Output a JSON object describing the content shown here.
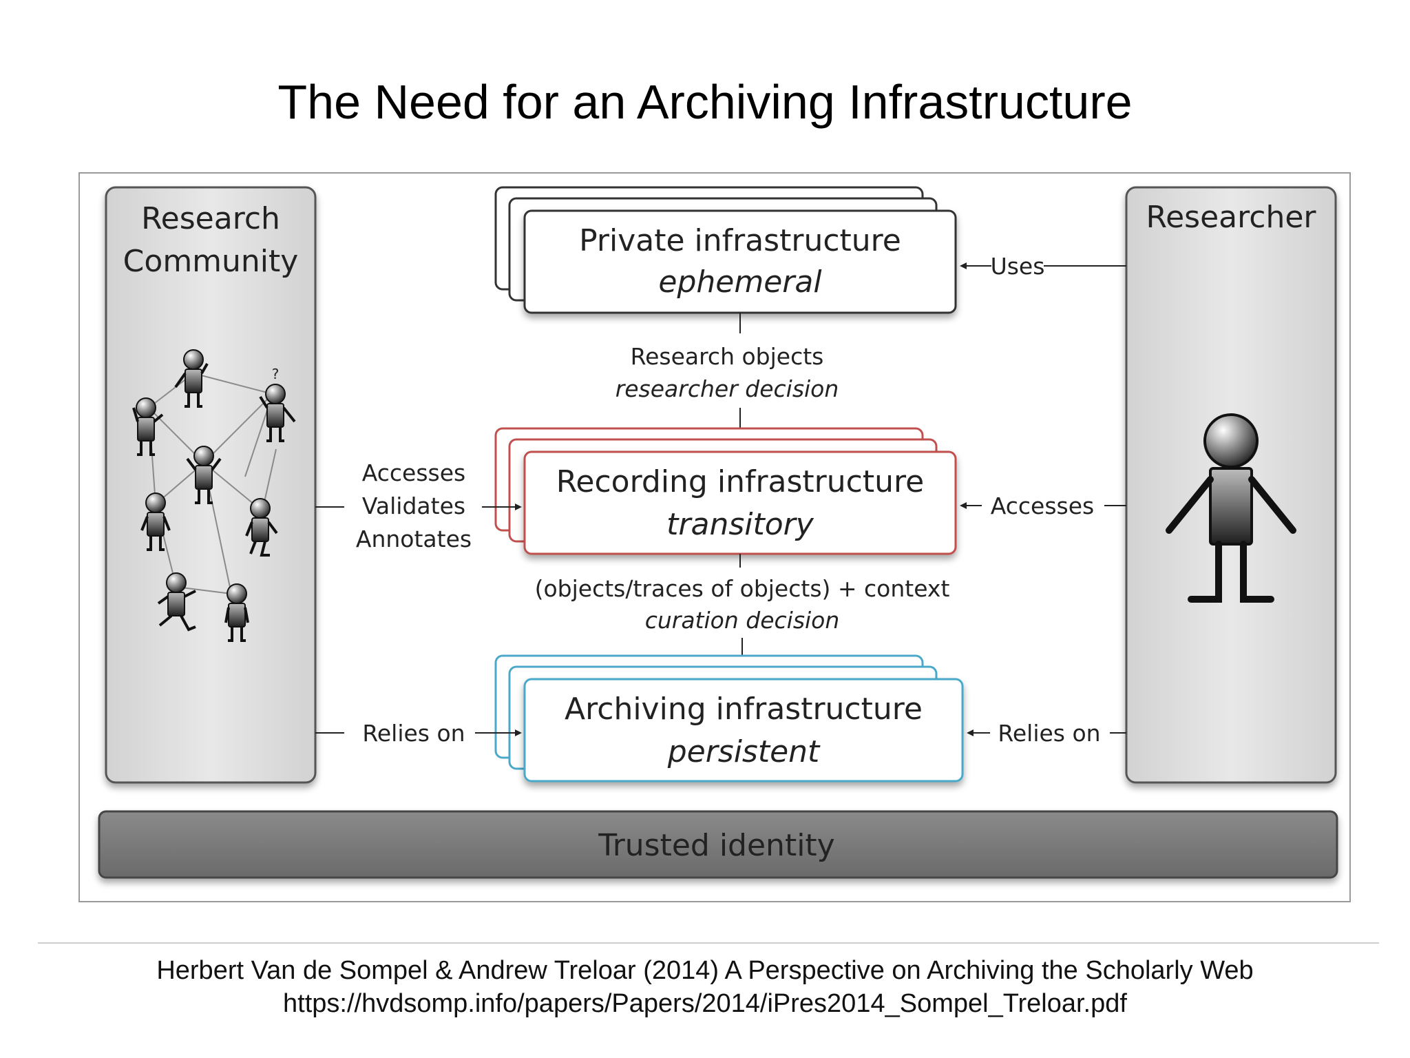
{
  "slide": {
    "title": "The Need for an Archiving Infrastructure"
  },
  "diagram": {
    "left_panel": {
      "title_line1": "Research",
      "title_line2": "Community"
    },
    "right_panel": {
      "title": "Researcher"
    },
    "private_box": {
      "title": "Private infrastructure",
      "subtitle": "ephemeral",
      "border_color": "#333333"
    },
    "recording_box": {
      "title": "Recording infrastructure",
      "subtitle": "transitory",
      "border_color": "#c0504d"
    },
    "archiving_box": {
      "title": "Archiving infrastructure",
      "subtitle": "persistent",
      "border_color": "#4aa9c9"
    },
    "flow1": {
      "line1": "Research objects",
      "line2": "researcher decision"
    },
    "flow2": {
      "line1": "(objects/traces of objects) + context",
      "line2": "curation decision"
    },
    "left_labels": {
      "accesses": "Accesses",
      "validates": "Validates",
      "annotates": "Annotates",
      "relies_on": "Relies on"
    },
    "right_labels": {
      "uses": "Uses",
      "accesses": "Accesses",
      "relies_on": "Relies on"
    },
    "bottom_bar": {
      "label": "Trusted identity"
    }
  },
  "footer": {
    "citation": "Herbert Van de Sompel & Andrew Treloar (2014) A Perspective on Archiving the Scholarly Web",
    "url": "https://hvdsomp.info/papers/Papers/2014/iPres2014_Sompel_Treloar.pdf"
  }
}
